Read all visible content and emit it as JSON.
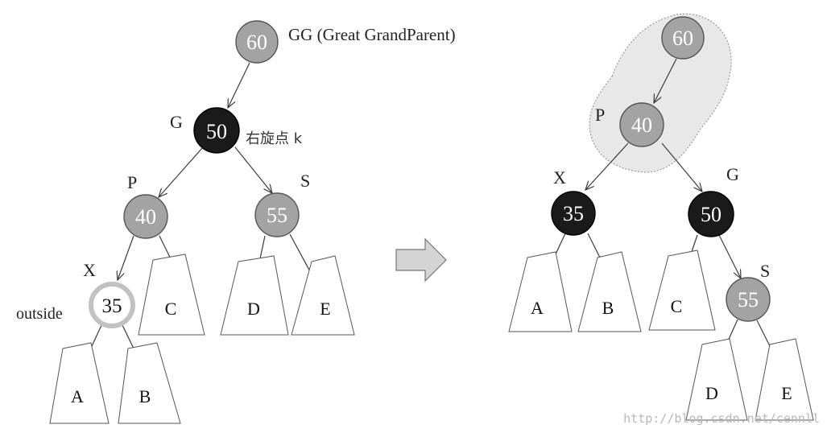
{
  "left_tree": {
    "nodes": {
      "gg": {
        "value": "60",
        "tag": "GG (Great GrandParent)"
      },
      "g": {
        "value": "50",
        "tag": "G",
        "note": "右旋点 k"
      },
      "p": {
        "value": "40",
        "tag": "P"
      },
      "s": {
        "value": "55",
        "tag": "S"
      },
      "x": {
        "value": "35",
        "tag": "X",
        "note": "outside"
      }
    },
    "subtrees": {
      "a": "A",
      "b": "B",
      "c": "C",
      "d": "D",
      "e": "E"
    }
  },
  "right_tree": {
    "nodes": {
      "gg": {
        "value": "60"
      },
      "p": {
        "value": "40",
        "tag": "P"
      },
      "x": {
        "value": "35",
        "tag": "X"
      },
      "g": {
        "value": "50",
        "tag": "G"
      },
      "s": {
        "value": "55",
        "tag": "S"
      }
    },
    "subtrees": {
      "a": "A",
      "b": "B",
      "c": "C",
      "d": "D",
      "e": "E"
    }
  },
  "watermark": "http://blog.csdn.net/cennll",
  "colors": {
    "gray_node": "#a3a3a3",
    "black_node": "#1a1a1a",
    "ring_node": "#c2c2c2",
    "line": "#3a3a3a",
    "cloud": "#e6e6e6"
  }
}
